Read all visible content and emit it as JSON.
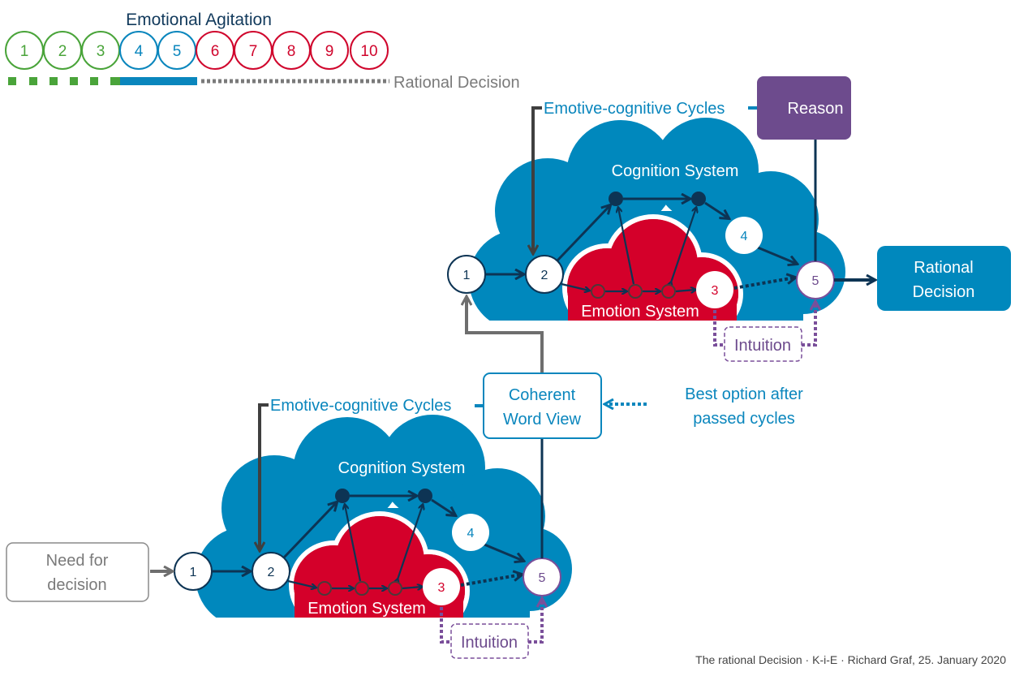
{
  "scale": {
    "title": "Emotional  Agitation",
    "levels": [
      "1",
      "2",
      "3",
      "4",
      "5",
      "6",
      "7",
      "8",
      "9",
      "10"
    ],
    "level_colors": [
      "#4aa43a",
      "#4aa43a",
      "#4aa43a",
      "#0a86bd",
      "#0a86bd",
      "#d0062d",
      "#d0062d",
      "#d0062d",
      "#d0062d",
      "#d0062d"
    ],
    "end_label": "Rational Decision"
  },
  "upper": {
    "cycles_label": "Emotive-cognitive Cycles",
    "cognition_label": "Cognition System",
    "emotion_label": "Emotion System",
    "intuition_label": "Intuition",
    "nodes": [
      "1",
      "2",
      "3",
      "4",
      "5"
    ]
  },
  "lower": {
    "cycles_label": "Emotive-cognitive Cycles",
    "cognition_label": "Cognition System",
    "emotion_label": "Emotion System",
    "intuition_label": "Intuition",
    "nodes": [
      "1",
      "2",
      "3",
      "4",
      "5"
    ]
  },
  "reason_label": "Reason",
  "rational_decision": [
    "Rational",
    "Decision"
  ],
  "coherent_view": [
    "Coherent",
    "Word View"
  ],
  "best_option": [
    "Best option after",
    "passed cycles"
  ],
  "need_for_decision": [
    "Need for",
    "decision"
  ],
  "footer": "The rational Decision · K-i-E · Richard Graf, 25. January 2020",
  "colors": {
    "cloud_blue": "#0088bd",
    "emotion_red": "#d4002a",
    "node_dark": "#0d3454",
    "reason_purple": "#6d4b8d",
    "gray": "#6e6e6e"
  }
}
